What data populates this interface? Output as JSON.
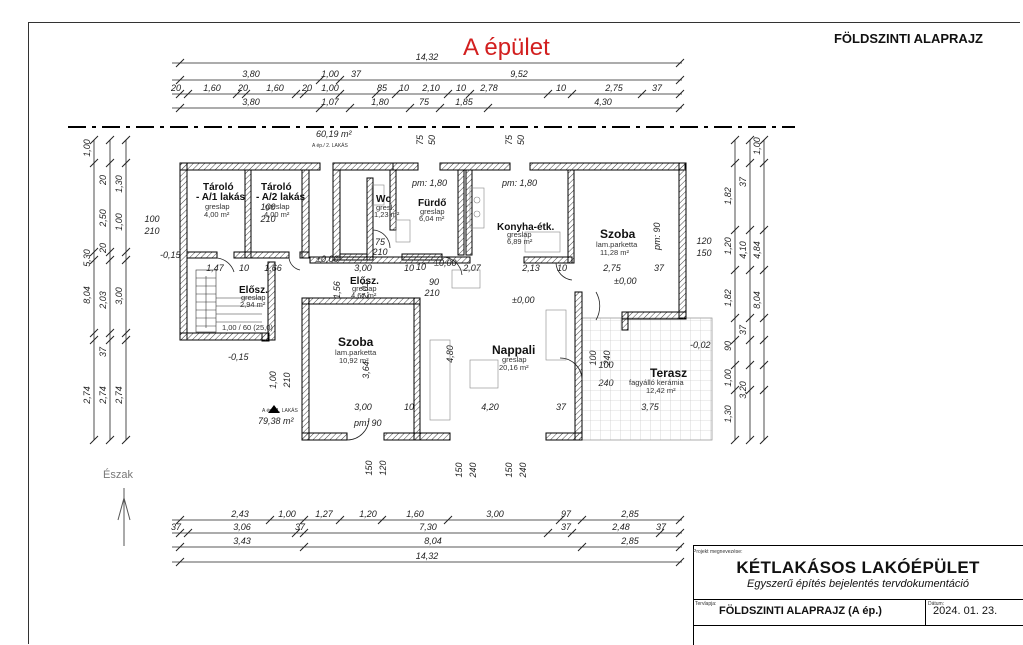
{
  "header": {
    "title": "A épület",
    "sheet_label": "FÖLDSZINTI ALAPRAJZ"
  },
  "compass": {
    "label": "Észak"
  },
  "dimensions": {
    "top_total": "14,32",
    "top_row1": [
      "3,80",
      "1,00",
      "37",
      "9,52"
    ],
    "top_row2": [
      "20",
      "1,60",
      "20",
      "1,60",
      "20",
      "1,00",
      "85",
      "10",
      "2,10",
      "10",
      "2,78",
      "10",
      "2,75",
      "37"
    ],
    "top_row3": [
      "3,80",
      "1,07",
      "1,80",
      "75",
      "1,85",
      "4,30"
    ],
    "bottom_row1": [
      "2,43",
      "1,00",
      "1,27",
      "1,20",
      "1,60",
      "3,00",
      "97",
      "2,85"
    ],
    "bottom_row2": [
      "37",
      "3,06",
      "37",
      "7,30",
      "37",
      "2,48",
      "37"
    ],
    "bottom_row3": [
      "3,43",
      "8,04",
      "2,85"
    ],
    "bottom_total": "14,32",
    "left_stack1": [
      "1,00",
      "5,30",
      "8,04",
      "2,74"
    ],
    "left_stack2": [
      "20",
      "2,50",
      "20",
      "2,03",
      "37",
      "2,74"
    ],
    "left_stack3": [
      "1,30",
      "1,00",
      "3,00",
      "2,74"
    ],
    "right_stack1": [
      "1,82",
      "1,20",
      "1,82",
      "90",
      "1,00",
      "1,30"
    ],
    "right_stack2": [
      "37",
      "4,10",
      "37",
      "3,20"
    ],
    "right_stack3": [
      "1,00",
      "4,84",
      "8,04"
    ],
    "window_labels": [
      "100",
      "210",
      "120",
      "150",
      "100",
      "240",
      "100",
      "240",
      "120",
      "150",
      "150",
      "240",
      "150",
      "240",
      "100",
      "210",
      "1,00",
      "210",
      "75",
      "210",
      "90",
      "210",
      "1,56",
      "2,01",
      "3,64",
      "4,80",
      "10",
      "1,47",
      "10",
      "1,66",
      "3,00",
      "10",
      "2,07",
      "2,13",
      "10",
      "2,75",
      "37",
      "3,00",
      "10",
      "4,20",
      "37",
      "3,75",
      "75",
      "50",
      "75",
      "50"
    ],
    "area_markers": [
      "60,19 m²",
      "79,38 m²"
    ],
    "area_marker_tags": [
      "A ép./ 2. LAKÁS",
      "A ép./ 1. LAKÁS"
    ]
  },
  "rooms": [
    {
      "name": "Tároló",
      "name2": "- A/1 lakás",
      "floor": "greslap",
      "area": "4,00 m²"
    },
    {
      "name": "Tároló",
      "name2": "- A/2 lakás",
      "floor": "greslap",
      "area": "4,00 m²"
    },
    {
      "name": "Wc",
      "floor": "gresl.",
      "area": "1,23 m²"
    },
    {
      "name": "Fürdő",
      "floor": "greslap",
      "area": "6,04 m²"
    },
    {
      "name": "Konyha-étk.",
      "floor": "greslap",
      "area": "6,89 m²"
    },
    {
      "name": "Szoba",
      "floor": "lam.parketta",
      "area": "11,28 m²"
    },
    {
      "name": "Előszoba",
      "name_short": "Elősz.",
      "floor": "greslap",
      "area": "2,94 m²"
    },
    {
      "name": "Elősz.",
      "floor": "greslap",
      "area": "4,67 m²"
    },
    {
      "name": "Szoba",
      "floor": "lam.parketta",
      "area": "10,92 m²"
    },
    {
      "name": "Nappali",
      "floor": "greslap",
      "area": "20,16 m²"
    },
    {
      "name": "Terasz",
      "floor": "fagyálló kerámia",
      "area": "12,42 m²"
    }
  ],
  "levels": [
    "±0,00",
    "±0,00",
    "±0,00",
    "±0,00",
    "-0,15",
    "-0,15",
    "-0,02"
  ],
  "ceiling_notes": [
    "pm: 1,80",
    "pm: 1,80",
    "pm: 90",
    "pm: 90"
  ],
  "stair_label": "1,00 / 60 (25,0)",
  "title_block": {
    "project_label": "Projekt megnevezése:",
    "project_title": "KÉTLAKÁSOS LAKÓÉPÜLET",
    "project_subtitle": "Egyszerű építés bejelentés tervdokumentáció",
    "drawing_label": "Tervlapja:",
    "drawing_name": "FÖLDSZINTI ALAPRAJZ (A ép.)",
    "date_label": "Dátum:",
    "date": "2024. 01. 23."
  }
}
